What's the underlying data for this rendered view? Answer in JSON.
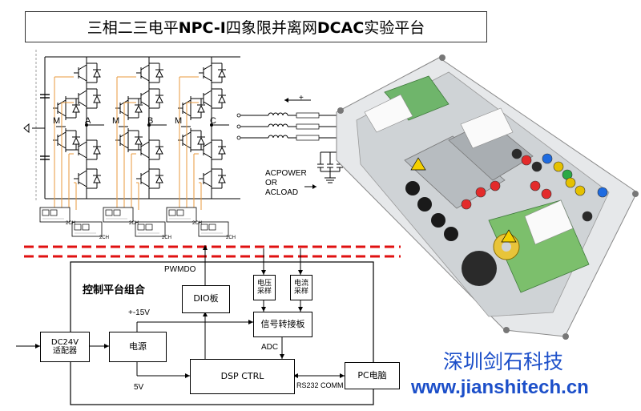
{
  "title": {
    "parts": [
      {
        "text": "三相二三电平",
        "bold": false
      },
      {
        "text": "NPC-I",
        "bold": true
      },
      {
        "text": "四象限并离网",
        "bold": false
      },
      {
        "text": "DCAC",
        "bold": true
      },
      {
        "text": "实验平台",
        "bold": false
      }
    ]
  },
  "power_circuit": {
    "phase_labels": [
      "A",
      "B",
      "C"
    ],
    "midpoint_label": "M",
    "driver_board_label": "2CH",
    "current_direction": "+"
  },
  "grid_side": {
    "acpower_lines": [
      "ACPOWER",
      "OR",
      "ACLOAD"
    ]
  },
  "control": {
    "group_title": "控制平台组合",
    "pwm_label": "PWMDO",
    "dio_board": "DIO板",
    "voltage_sampling": "电压\n采样",
    "current_sampling": "电流\n采样",
    "signal_board": "信号转接板",
    "minus15v": "+-15V",
    "adapter": "DC24V\n适配器",
    "power_supply": "电源",
    "adc": "ADC",
    "dsp": "DSP CTRL",
    "five_volt": "5V",
    "rs232": "RS232 COMM",
    "pc": "PC电脑"
  },
  "brand": {
    "company": "深圳剑石科技",
    "url": "www.jianshitech.cn"
  },
  "colors": {
    "brand_blue": "#1c4fc9",
    "separator_red": "#e01010",
    "gate_wire_orange": "#e89a3c",
    "line_black": "#000000"
  }
}
